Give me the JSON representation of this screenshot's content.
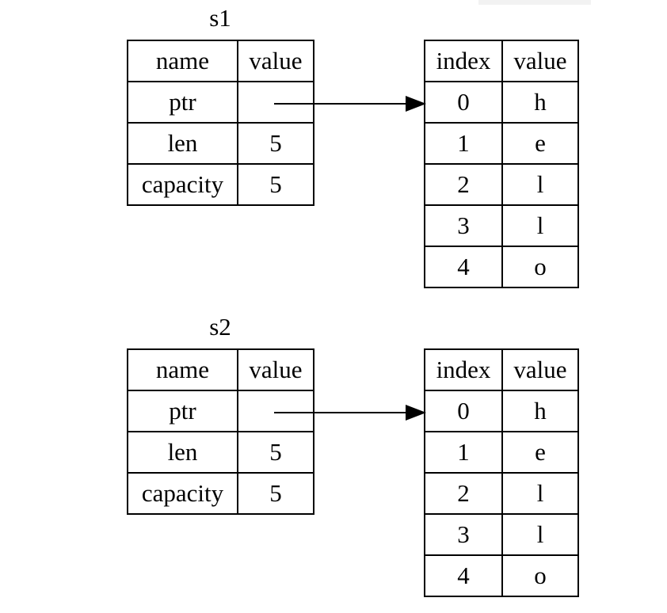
{
  "diagrams": [
    {
      "label": "s1",
      "meta_headers": [
        "name",
        "value"
      ],
      "meta_rows": [
        {
          "name": "ptr",
          "value": ""
        },
        {
          "name": "len",
          "value": "5"
        },
        {
          "name": "capacity",
          "value": "5"
        }
      ],
      "heap_headers": [
        "index",
        "value"
      ],
      "heap_rows": [
        {
          "index": "0",
          "value": "h"
        },
        {
          "index": "1",
          "value": "e"
        },
        {
          "index": "2",
          "value": "l"
        },
        {
          "index": "3",
          "value": "l"
        },
        {
          "index": "4",
          "value": "o"
        }
      ]
    },
    {
      "label": "s2",
      "meta_headers": [
        "name",
        "value"
      ],
      "meta_rows": [
        {
          "name": "ptr",
          "value": ""
        },
        {
          "name": "len",
          "value": "5"
        },
        {
          "name": "capacity",
          "value": "5"
        }
      ],
      "heap_headers": [
        "index",
        "value"
      ],
      "heap_rows": [
        {
          "index": "0",
          "value": "h"
        },
        {
          "index": "1",
          "value": "e"
        },
        {
          "index": "2",
          "value": "l"
        },
        {
          "index": "3",
          "value": "l"
        },
        {
          "index": "4",
          "value": "o"
        }
      ]
    }
  ]
}
